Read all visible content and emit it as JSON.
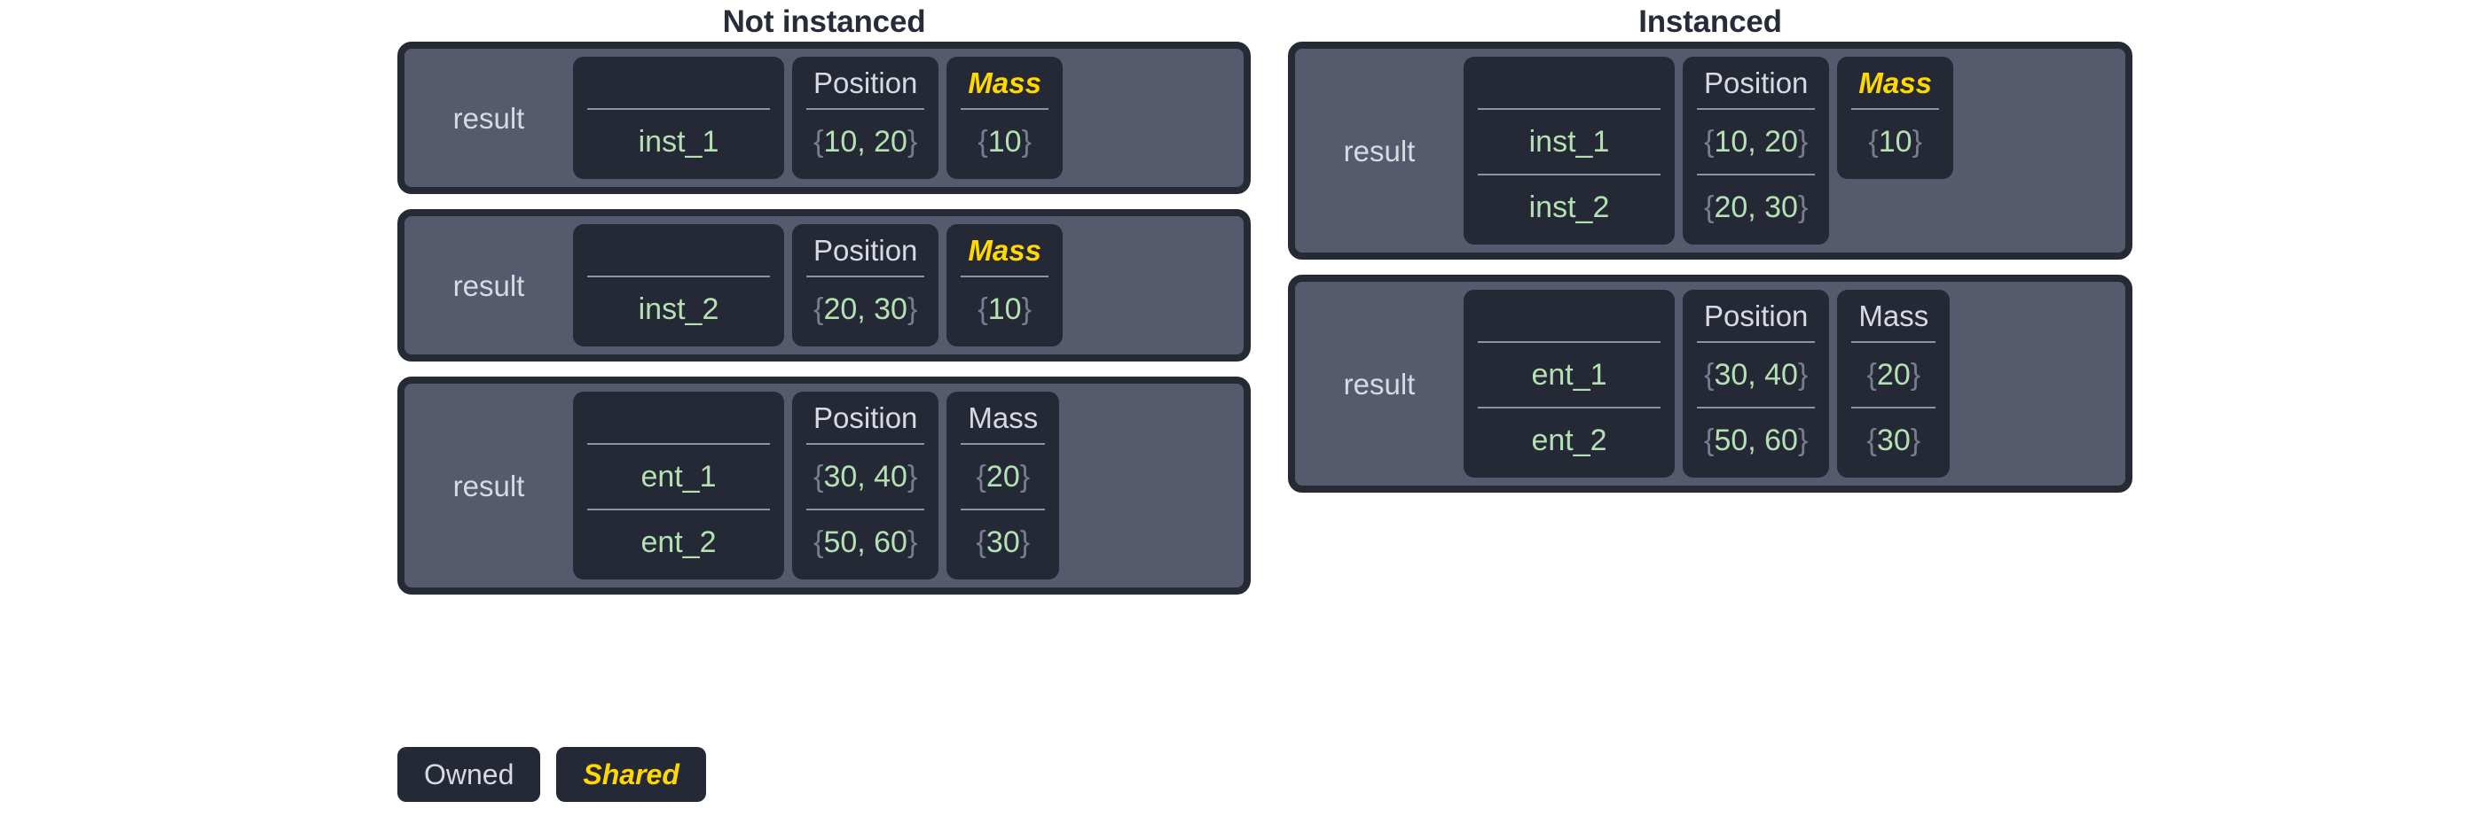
{
  "colors": {
    "page_background": "#ffffff",
    "title": "#272c38",
    "card_fill": "#555b6d",
    "card_border": "#252a35",
    "cell_fill": "#242935",
    "owned_text": "#d7dae2",
    "shared_text": "#ffd800",
    "value_text": "#b5e0b4",
    "brace_text": "#767d8d",
    "rule": "#8d93a1"
  },
  "columns": [
    {
      "title": "Not instanced",
      "tables": [
        {
          "owner": "result",
          "name_header": "",
          "rows": [
            "inst_1"
          ],
          "components": [
            {
              "name": "Position",
              "shared": false,
              "values": [
                "{10, 20}"
              ]
            },
            {
              "name": "Mass",
              "shared": true,
              "values": [
                "{10}"
              ]
            }
          ]
        },
        {
          "owner": "result",
          "name_header": "",
          "rows": [
            "inst_2"
          ],
          "components": [
            {
              "name": "Position",
              "shared": false,
              "values": [
                "{20, 30}"
              ]
            },
            {
              "name": "Mass",
              "shared": true,
              "values": [
                "{10}"
              ]
            }
          ]
        },
        {
          "owner": "result",
          "name_header": "",
          "rows": [
            "ent_1",
            "ent_2"
          ],
          "components": [
            {
              "name": "Position",
              "shared": false,
              "values": [
                "{30, 40}",
                "{50, 60}"
              ]
            },
            {
              "name": "Mass",
              "shared": false,
              "values": [
                "{20}",
                "{30}"
              ]
            }
          ]
        }
      ]
    },
    {
      "title": "Instanced",
      "tables": [
        {
          "owner": "result",
          "name_header": "",
          "rows": [
            "inst_1",
            "inst_2"
          ],
          "components": [
            {
              "name": "Position",
              "shared": false,
              "values": [
                "{10, 20}",
                "{20, 30}"
              ]
            },
            {
              "name": "Mass",
              "shared": true,
              "values": [
                "{10}"
              ]
            }
          ]
        },
        {
          "owner": "result",
          "name_header": "",
          "rows": [
            "ent_1",
            "ent_2"
          ],
          "components": [
            {
              "name": "Position",
              "shared": false,
              "values": [
                "{30, 40}",
                "{50, 60}"
              ]
            },
            {
              "name": "Mass",
              "shared": false,
              "values": [
                "{20}",
                "{30}"
              ]
            }
          ]
        }
      ]
    }
  ],
  "legend": [
    {
      "label": "Owned",
      "shared": false
    },
    {
      "label": "Shared",
      "shared": true
    }
  ]
}
